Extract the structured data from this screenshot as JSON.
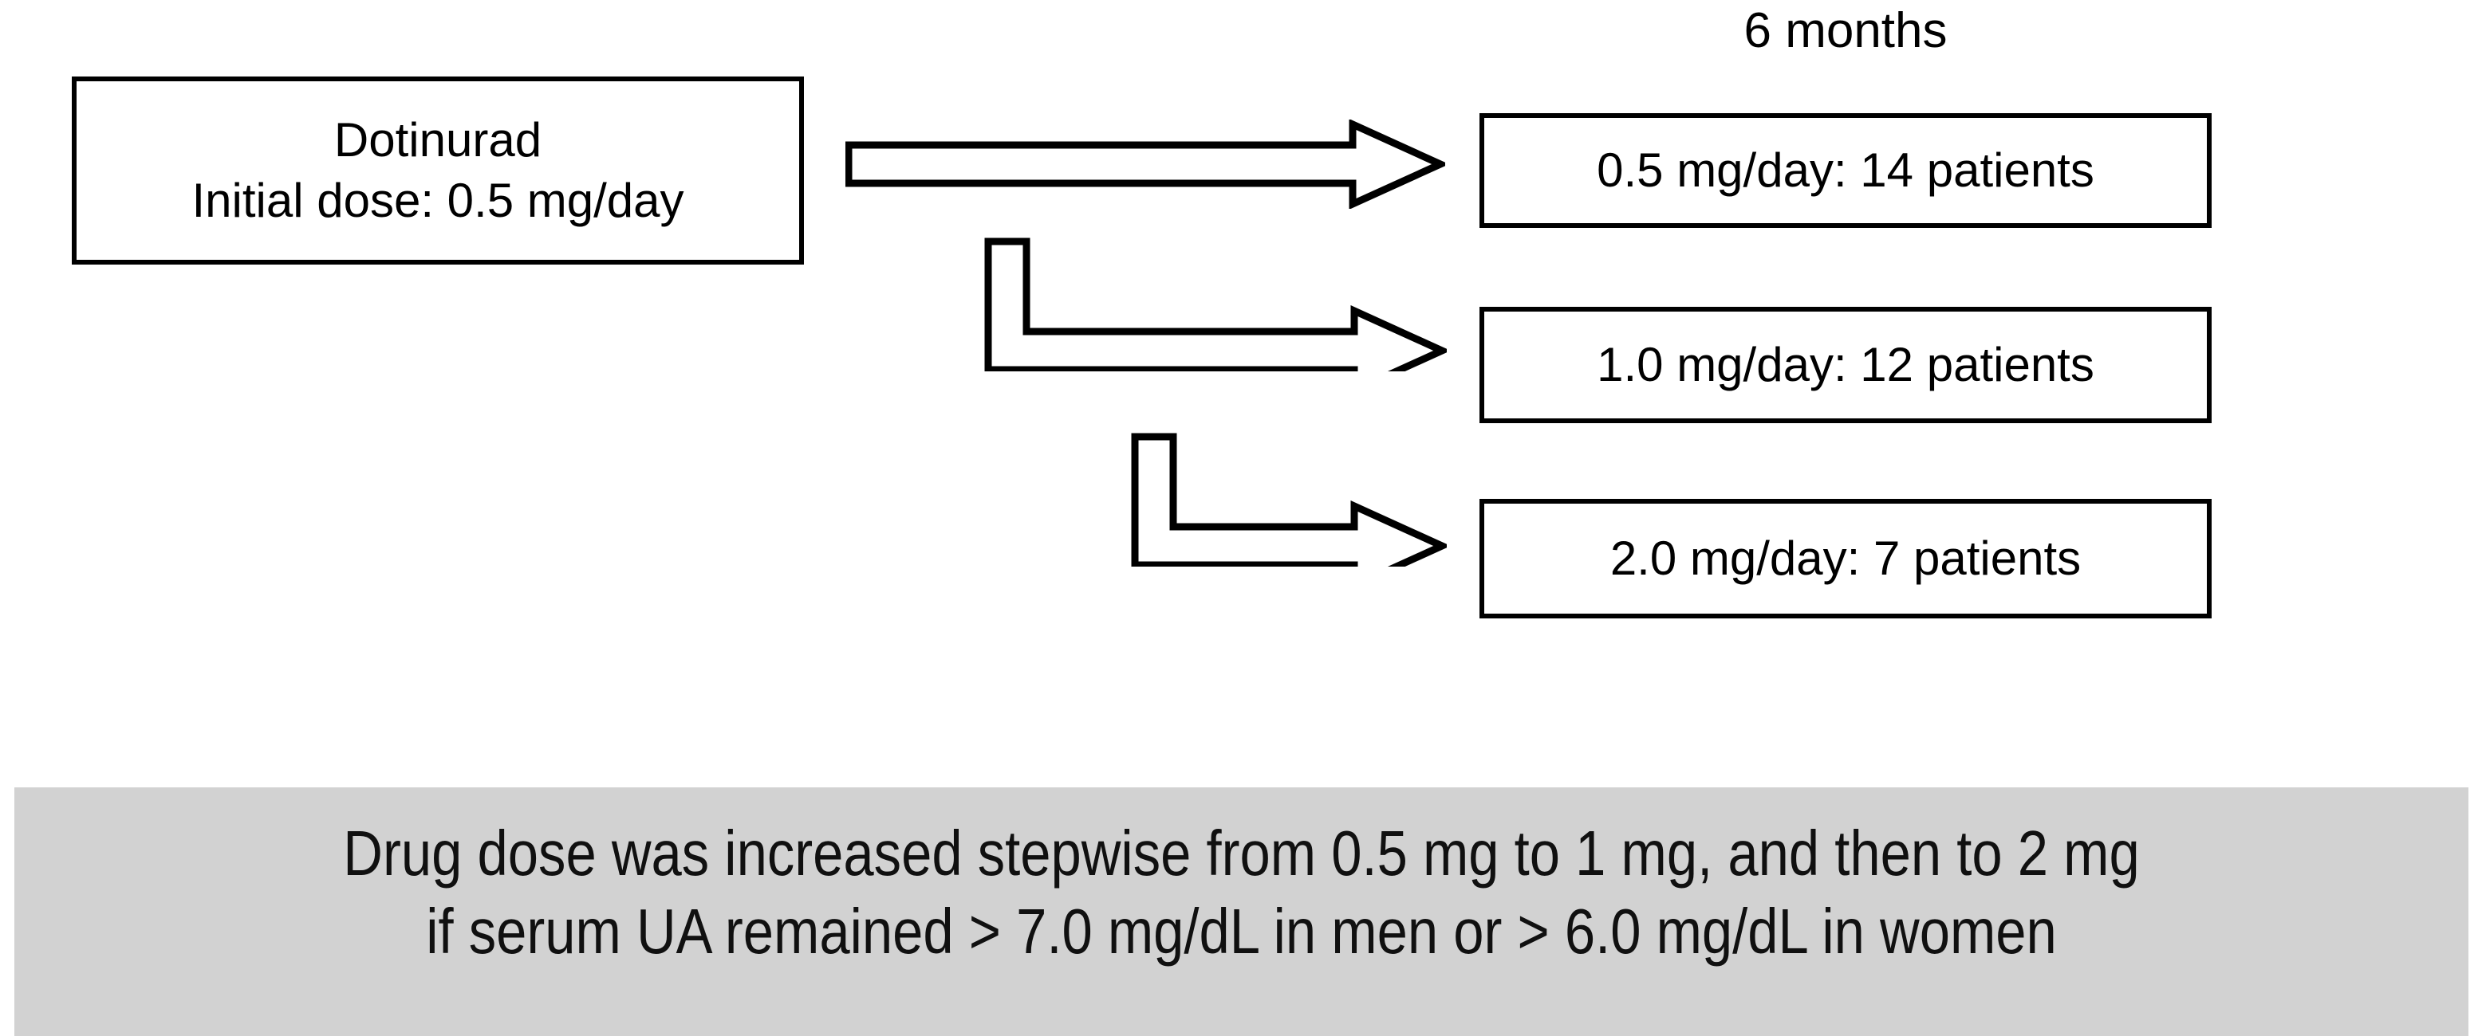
{
  "diagram": {
    "period_label": "6 months",
    "source": {
      "title": "Dotinurad",
      "dose_line": "Initial dose: 0.5 mg/day"
    },
    "arrows": [
      {
        "name": "arrow-straight-to-0-5mg",
        "type": "block-arrow-right"
      },
      {
        "name": "arrow-elbow-to-1-0mg",
        "type": "block-arrow-elbow-down-right"
      },
      {
        "name": "arrow-elbow-to-2-0mg",
        "type": "block-arrow-elbow-down-right"
      }
    ],
    "results": [
      {
        "label": "0.5 mg/day: 14 patients",
        "dose": "0.5 mg/day",
        "patients": 14
      },
      {
        "label": "1.0 mg/day: 12 patients",
        "dose": "1.0 mg/day",
        "patients": 12
      },
      {
        "label": "2.0 mg/day: 7 patients",
        "dose": "2.0 mg/day",
        "patients": 7
      }
    ]
  },
  "caption": {
    "line1": "Drug dose was increased stepwise from 0.5 mg to 1 mg, and then to 2 mg",
    "line2": "if serum UA remained > 7.0 mg/dL in men or > 6.0 mg/dL in women",
    "background_color": "#d2d2d2",
    "text_color": "#101010"
  },
  "colors": {
    "stroke": "#000000",
    "page_background": "#ffffff",
    "box_fill": "#ffffff"
  }
}
